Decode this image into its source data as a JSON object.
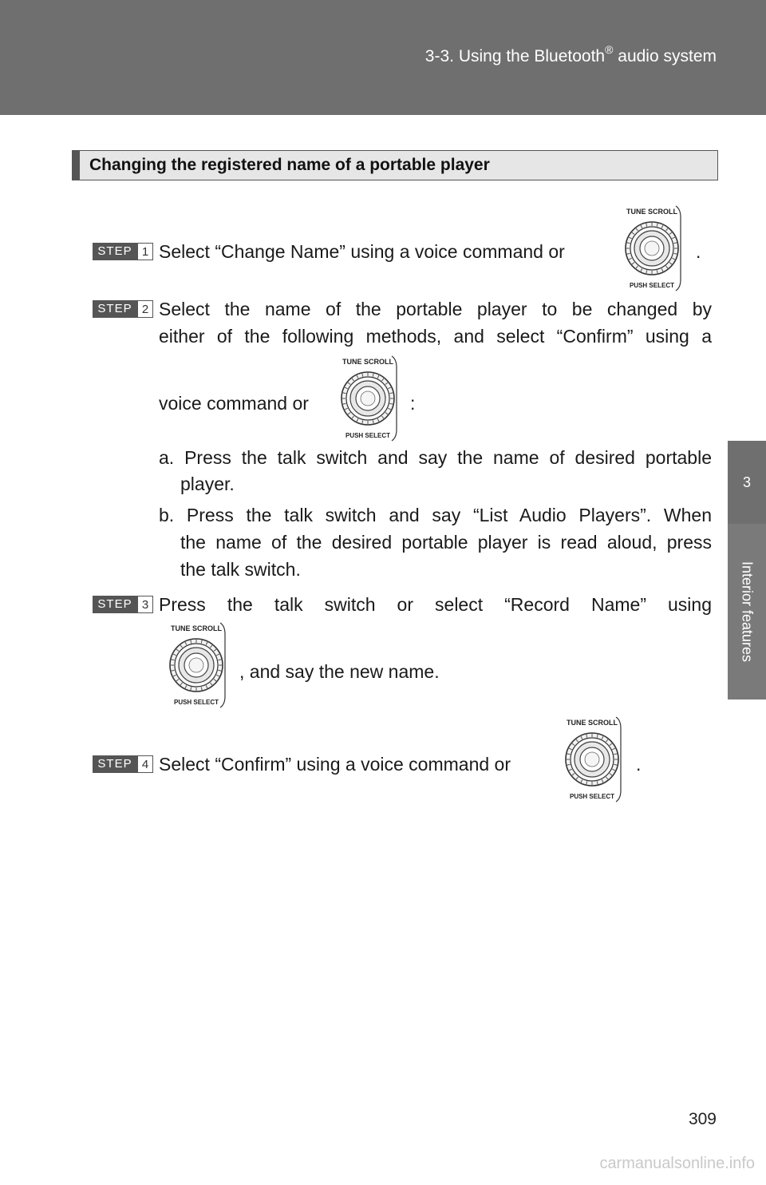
{
  "header": {
    "title_prefix": "3-3. Using the Bluetooth",
    "title_sup": "®",
    "title_suffix": " audio system"
  },
  "side": {
    "chapter": "3",
    "label": "Interior features"
  },
  "section": {
    "title": "Changing the registered name of a portable player"
  },
  "knob": {
    "top_label": "TUNE SCROLL",
    "bottom_label": "PUSH SELECT"
  },
  "steps": [
    {
      "word": "STEP",
      "num": "1",
      "lines": [
        "Select “Change Name” using a voice command or",
        "."
      ]
    },
    {
      "word": "STEP",
      "num": "2",
      "lines": [
        "Select the name of the portable player to be changed by",
        "either of the following methods, and select “Confirm” using a",
        "voice command or",
        ":"
      ],
      "items": [
        {
          "lines": [
            "a. Press the talk switch and say the name of desired portable",
            "player."
          ]
        },
        {
          "lines": [
            "b. Press the talk switch and say “List Audio Players”. When",
            "the name of the desired portable player is read aloud, press",
            "the talk switch."
          ]
        }
      ]
    },
    {
      "word": "STEP",
      "num": "3",
      "lines": [
        "Press the talk switch or select “Record Name” using",
        ", and say the new name."
      ]
    },
    {
      "word": "STEP",
      "num": "4",
      "lines": [
        "Select “Confirm” using a voice command or",
        "."
      ]
    }
  ],
  "page_number": "309",
  "watermark": "carmanualsonline.info"
}
